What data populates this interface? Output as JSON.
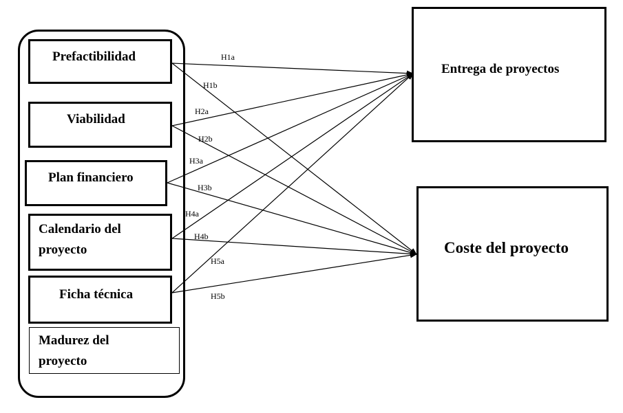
{
  "maturity_group": {
    "factors": [
      {
        "label": "Prefactibilidad"
      },
      {
        "label": "Viabilidad"
      },
      {
        "label": "Plan financiero"
      },
      {
        "label": "Calendario del proyecto"
      },
      {
        "label": "Ficha técnica"
      }
    ],
    "group_label": "Madurez del proyecto"
  },
  "outcomes": [
    {
      "label": "Entrega de proyectos"
    },
    {
      "label": "Coste del proyecto"
    }
  ],
  "hypotheses": [
    "H1a",
    "H1b",
    "H2a",
    "H2b",
    "H3a",
    "H3b",
    "H4a",
    "H4b",
    "H5a",
    "H5b"
  ]
}
